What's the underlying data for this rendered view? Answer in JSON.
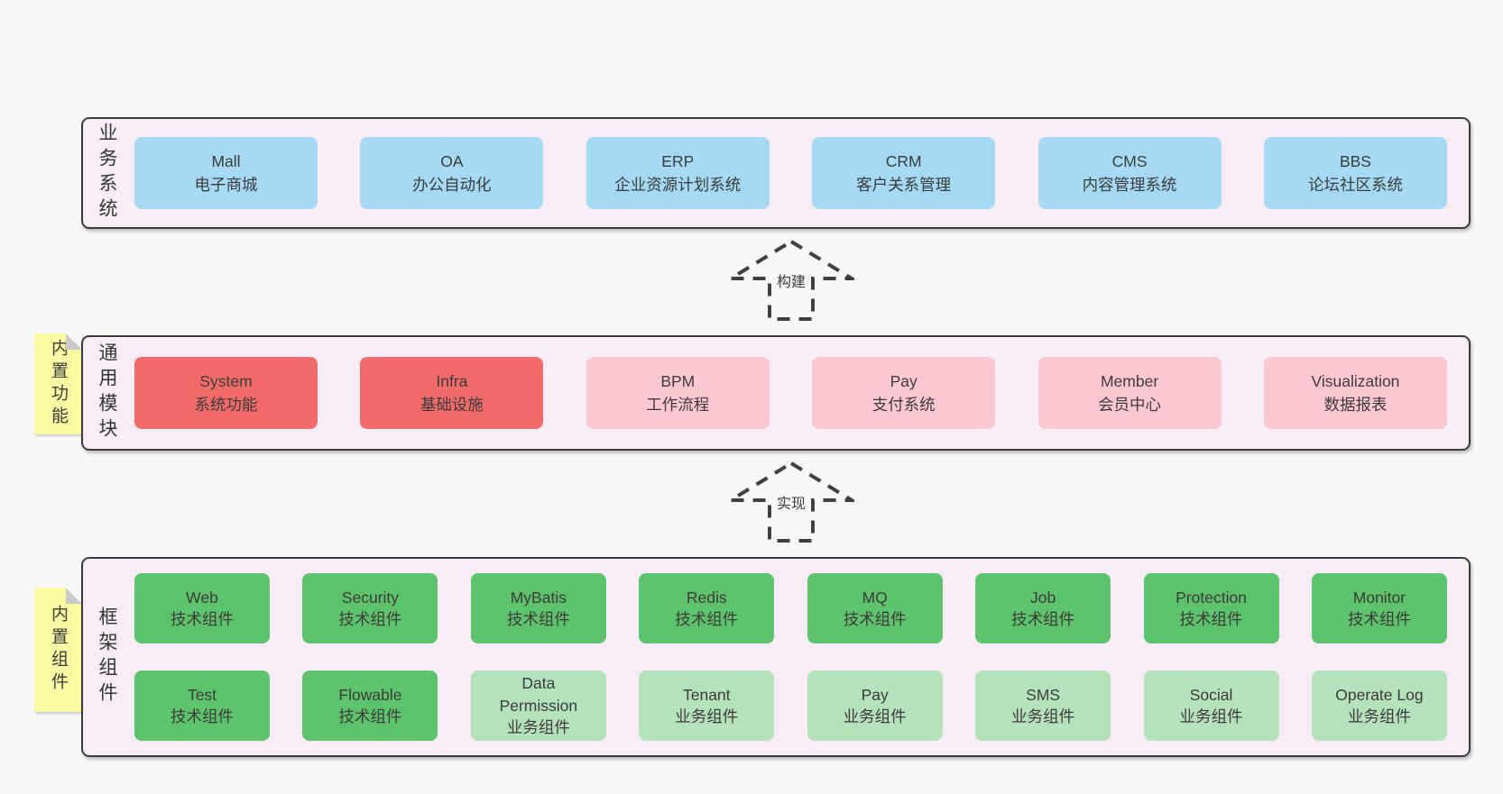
{
  "colors": {
    "page_bg": "#f7f7f7",
    "band_bg": "#f8edf6",
    "band_border": "#3a3a3a",
    "box_blue": "#a6daf3",
    "box_red": "#f16b6b",
    "box_pink": "#fbc8d2",
    "box_green": "#5ec36d",
    "box_green_light": "#b6e2b9",
    "note_yellow": "#fbf9a2",
    "text": "#3b3b3b"
  },
  "arrows": [
    {
      "label": "构建"
    },
    {
      "label": "实现"
    }
  ],
  "bands": [
    {
      "id": "business-systems",
      "label": "业务系统",
      "note": null,
      "rows": [
        {
          "boxes": [
            {
              "name": "Mall",
              "desc": "电子商城",
              "variant": "blue"
            },
            {
              "name": "OA",
              "desc": "办公自动化",
              "variant": "blue"
            },
            {
              "name": "ERP",
              "desc": "企业资源计划系统",
              "variant": "blue"
            },
            {
              "name": "CRM",
              "desc": "客户关系管理",
              "variant": "blue"
            },
            {
              "name": "CMS",
              "desc": "内容管理系统",
              "variant": "blue"
            },
            {
              "name": "BBS",
              "desc": "论坛社区系统",
              "variant": "blue"
            }
          ]
        }
      ]
    },
    {
      "id": "common-modules",
      "label": "通用模块",
      "note": "内置功能",
      "rows": [
        {
          "boxes": [
            {
              "name": "System",
              "desc": "系统功能",
              "variant": "red"
            },
            {
              "name": "Infra",
              "desc": "基础设施",
              "variant": "red"
            },
            {
              "name": "BPM",
              "desc": "工作流程",
              "variant": "pink"
            },
            {
              "name": "Pay",
              "desc": "支付系统",
              "variant": "pink"
            },
            {
              "name": "Member",
              "desc": "会员中心",
              "variant": "pink"
            },
            {
              "name": "Visualization",
              "desc": "数据报表",
              "variant": "pink"
            }
          ]
        }
      ]
    },
    {
      "id": "framework-components",
      "label": "框架组件",
      "note": "内置组件",
      "rows": [
        {
          "boxes": [
            {
              "name": "Web",
              "desc": "技术组件",
              "variant": "green"
            },
            {
              "name": "Security",
              "desc": "技术组件",
              "variant": "green"
            },
            {
              "name": "MyBatis",
              "desc": "技术组件",
              "variant": "green"
            },
            {
              "name": "Redis",
              "desc": "技术组件",
              "variant": "green"
            },
            {
              "name": "MQ",
              "desc": "技术组件",
              "variant": "green"
            },
            {
              "name": "Job",
              "desc": "技术组件",
              "variant": "green"
            },
            {
              "name": "Protection",
              "desc": "技术组件",
              "variant": "green"
            },
            {
              "name": "Monitor",
              "desc": "技术组件",
              "variant": "green"
            }
          ]
        },
        {
          "boxes": [
            {
              "name": "Test",
              "desc": "技术组件",
              "variant": "green"
            },
            {
              "name": "Flowable",
              "desc": "技术组件",
              "variant": "green"
            },
            {
              "name": "Data Permission",
              "desc": "业务组件",
              "variant": "greenlight"
            },
            {
              "name": "Tenant",
              "desc": "业务组件",
              "variant": "greenlight"
            },
            {
              "name": "Pay",
              "desc": "业务组件",
              "variant": "greenlight"
            },
            {
              "name": "SMS",
              "desc": "业务组件",
              "variant": "greenlight"
            },
            {
              "name": "Social",
              "desc": "业务组件",
              "variant": "greenlight"
            },
            {
              "name": "Operate Log",
              "desc": "业务组件",
              "variant": "greenlight"
            }
          ]
        }
      ]
    }
  ]
}
